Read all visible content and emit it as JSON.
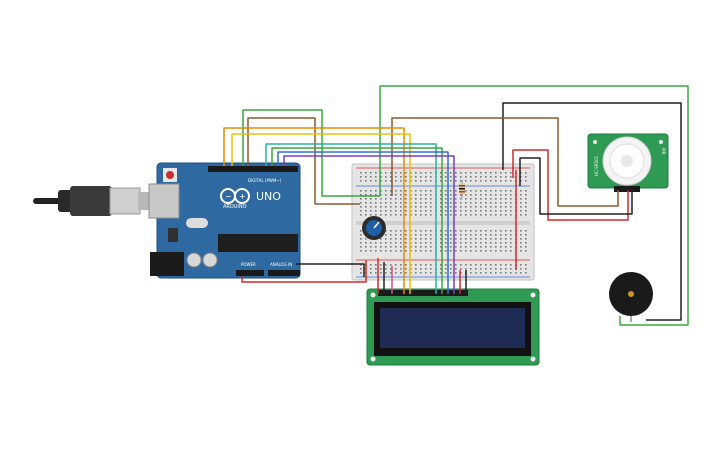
{
  "arduino": {
    "brand_text": "ARDUINO",
    "model_text": "UNO",
    "digital_header_label": "DIGITAL (PWM~)",
    "power_label": "POWER",
    "analog_label": "ANALOG IN"
  },
  "pir_sensor": {
    "left_label": "HC-SR501",
    "right_label": "PIR"
  },
  "colors": {
    "board": "#2e6aa1",
    "breadboard": "#e5e5e5",
    "lcd_pcb": "#2f9a53",
    "lcd_screen": "#1d2b55",
    "wire_red": "#d32a2a",
    "wire_black": "#202020",
    "wire_green": "#3aa83a",
    "wire_brown": "#8a5a2b",
    "wire_yellow": "#e8c400",
    "wire_orange": "#e88b00",
    "wire_blue": "#2f6fd6",
    "wire_purple": "#7b3fbf",
    "wire_teal": "#25b3a5"
  }
}
